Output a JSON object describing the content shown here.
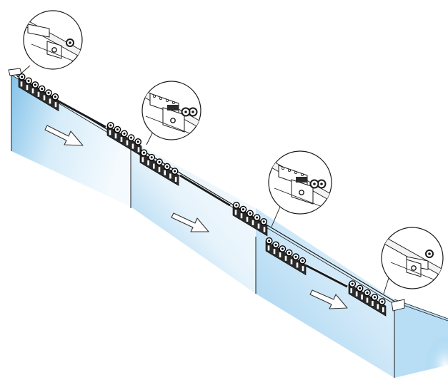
{
  "diagram": {
    "title": "",
    "colors": {
      "glass_edge": "#7fc0e8",
      "glass_light": "#eef8fd",
      "line": "#1a1a1a",
      "hardware": "#2b2b2b",
      "arrow_fill": "#ffffff",
      "magnifier_bg": "#ffffff"
    },
    "panels": [
      {
        "name": "panel-1"
      },
      {
        "name": "panel-2"
      },
      {
        "name": "panel-3"
      }
    ],
    "arrows": [
      {
        "direction": "right-down"
      },
      {
        "direction": "right-down"
      },
      {
        "direction": "right-down"
      }
    ],
    "magnifiers": [
      {
        "detail": "end-stop-left"
      },
      {
        "detail": "carriage-coupling-1"
      },
      {
        "detail": "carriage-coupling-2"
      },
      {
        "detail": "end-stop-right"
      }
    ]
  }
}
